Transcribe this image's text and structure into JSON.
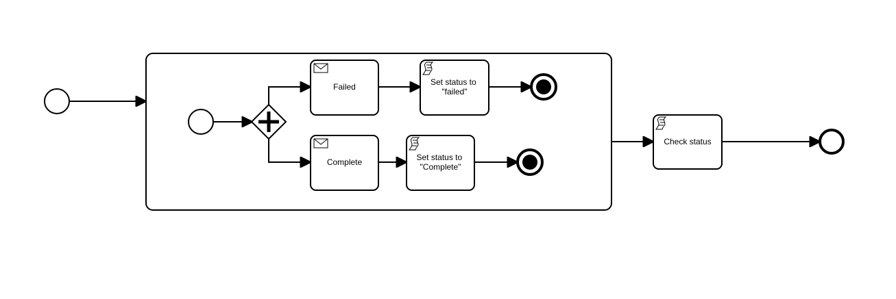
{
  "diagram": {
    "colors": {
      "stroke": "#000000",
      "fill": "#ffffff",
      "background": "#ffffff"
    },
    "tasks": {
      "failed_label": "Failed",
      "failed_icon": "envelope-icon",
      "set_failed_label_line1": "Set status to",
      "set_failed_label_line2": "\"failed\"",
      "set_failed_icon": "script-icon",
      "complete_label": "Complete",
      "complete_icon": "envelope-icon",
      "set_complete_label_line1": "Set status to",
      "set_complete_label_line2": "\"Complete\"",
      "set_complete_icon": "script-icon",
      "check_status_label": "Check status",
      "check_status_icon": "script-icon"
    },
    "gateway": {
      "type": "parallel",
      "icon": "plus-icon"
    },
    "events": {
      "outer_start": "start-event",
      "inner_start": "start-event",
      "end_failed": "end-event",
      "end_complete": "end-event",
      "outer_end": "end-event"
    }
  }
}
